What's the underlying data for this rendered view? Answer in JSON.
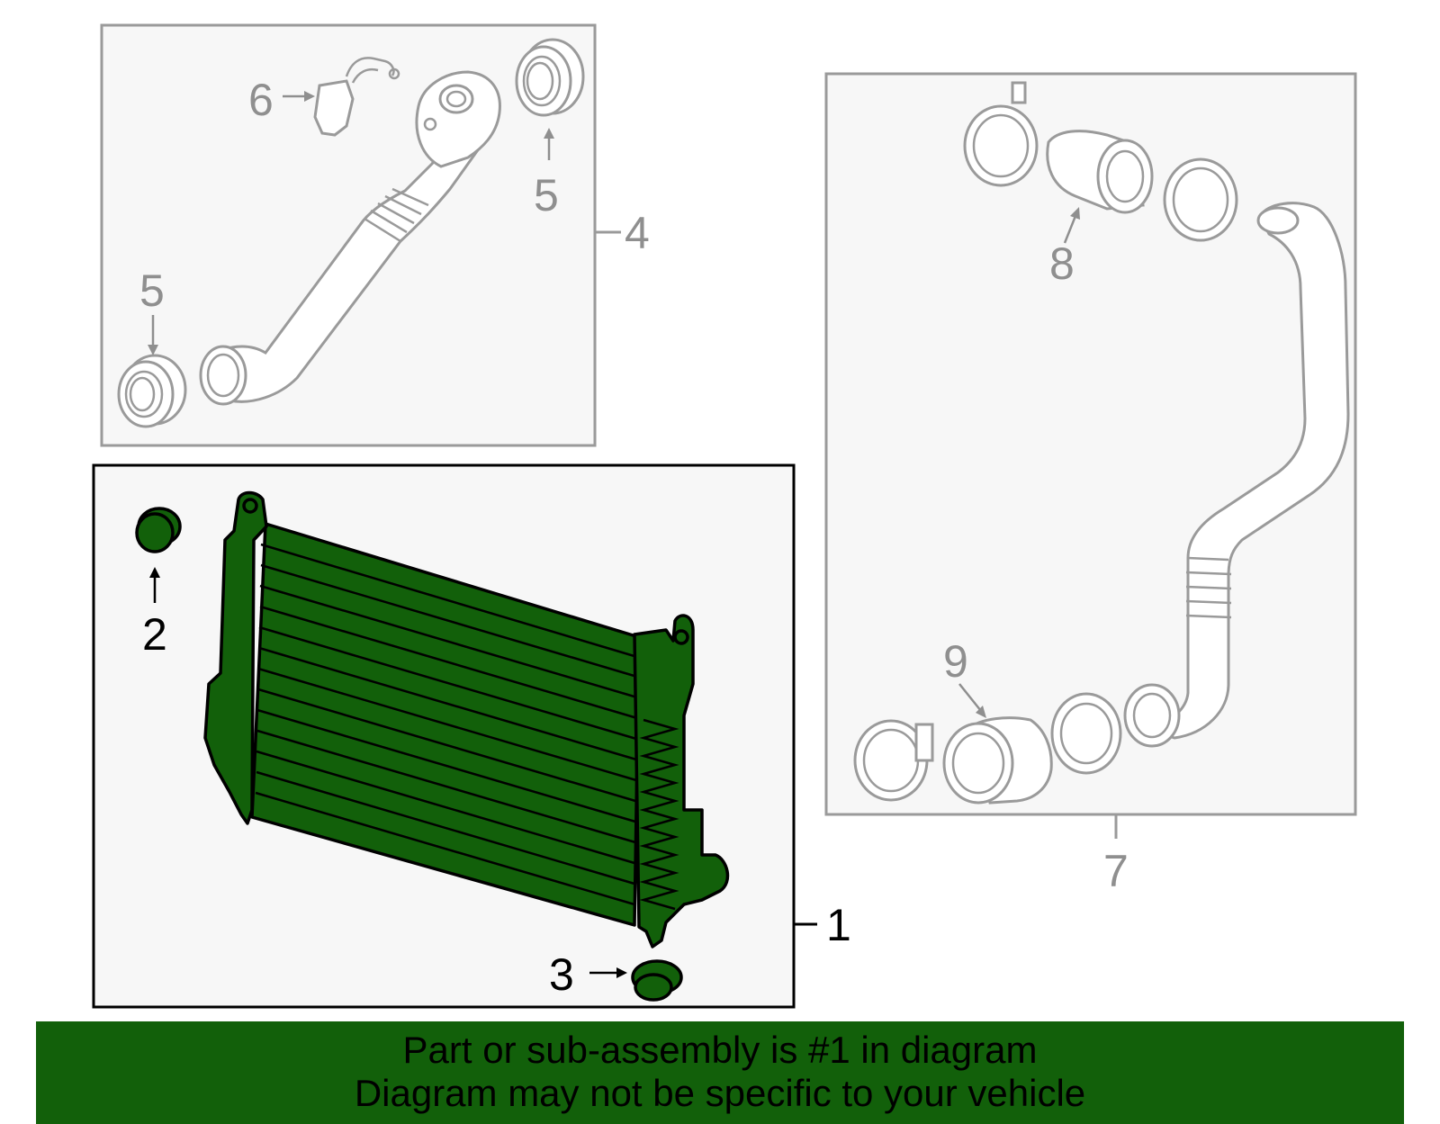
{
  "callouts": {
    "c1": "1",
    "c2": "2",
    "c3": "3",
    "c4": "4",
    "c5a": "5",
    "c5b": "5",
    "c6": "6",
    "c7": "7",
    "c8": "8",
    "c9": "9"
  },
  "banner": {
    "line1": "Part or sub-assembly is #1 in diagram",
    "line2": "Diagram may not be specific to your vehicle"
  },
  "colors": {
    "highlight": "#12600a",
    "outline_grey": "#9a9a9a",
    "box_bg": "#f7f7f7"
  }
}
